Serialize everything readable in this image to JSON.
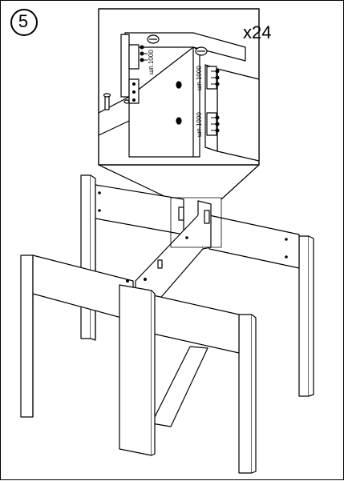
{
  "step": {
    "number": "5"
  },
  "detail": {
    "quantity": "x24",
    "dowel_labels": [
      "шп.1000",
      "шп.1000",
      "шп.1000"
    ]
  },
  "colors": {
    "line": "#000000",
    "background": "#ffffff"
  }
}
